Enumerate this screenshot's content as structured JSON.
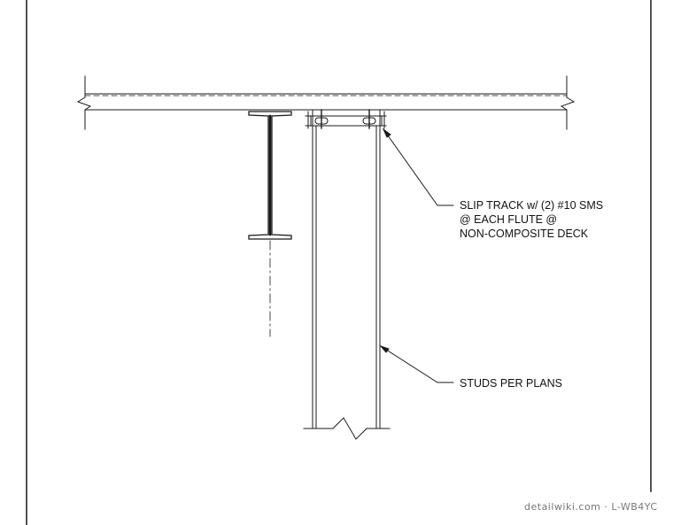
{
  "annotations": {
    "slip_track": {
      "line1": "SLIP TRACK w/  (2) #10 SMS",
      "line2": "@ EACH FLUTE @",
      "line3": "NON-COMPOSITE  DECK"
    },
    "studs": "STUDS PER PLANS"
  },
  "watermark": "detailwiki.com · L-WB4YC",
  "colors": {
    "line": "#1a1a1a",
    "background": "#ffffff",
    "watermark": "#777777"
  }
}
